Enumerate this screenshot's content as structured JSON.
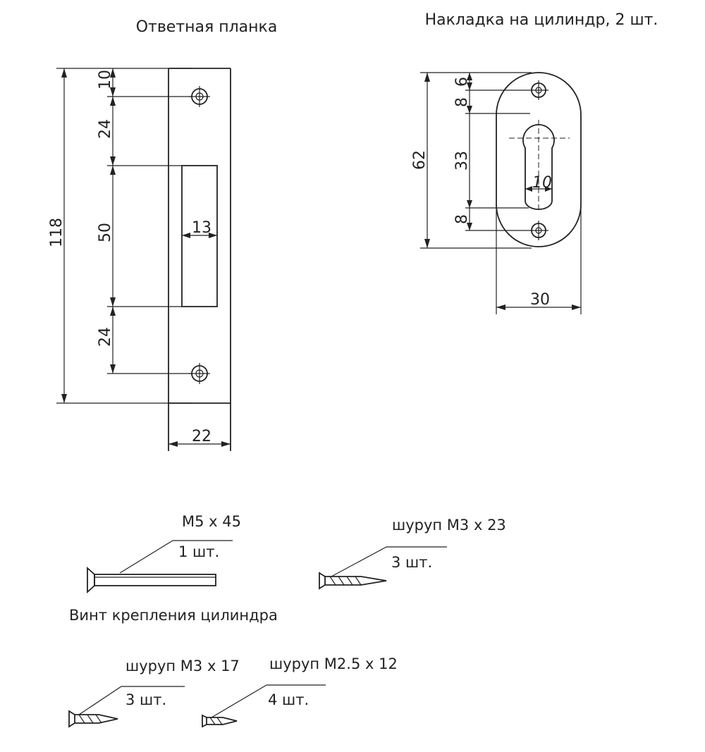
{
  "strike_plate": {
    "title": "Ответная планка",
    "dims": {
      "total_height": "118",
      "top_offset": "10",
      "upper_gap": "24",
      "opening_height": "50",
      "lower_gap": "24",
      "opening_width": "13",
      "width": "22"
    }
  },
  "cylinder_cover": {
    "title": "Накладка на цилиндр, 2 шт.",
    "dims": {
      "total_height": "62",
      "top_offset": "6",
      "upper_gap": "8",
      "slot_height": "33",
      "lower_gap": "8",
      "slot_width": "10",
      "width": "30"
    }
  },
  "fasteners": [
    {
      "size": "M5 x 45",
      "qty": "1 шт.",
      "caption": "Винт крепления цилиндра"
    },
    {
      "size": "шуруп M3 x 23",
      "qty": "3 шт."
    },
    {
      "size": "шуруп M3 x 17",
      "qty": "3 шт."
    },
    {
      "size": "шуруп M2.5 x 12",
      "qty": "4 шт."
    }
  ]
}
